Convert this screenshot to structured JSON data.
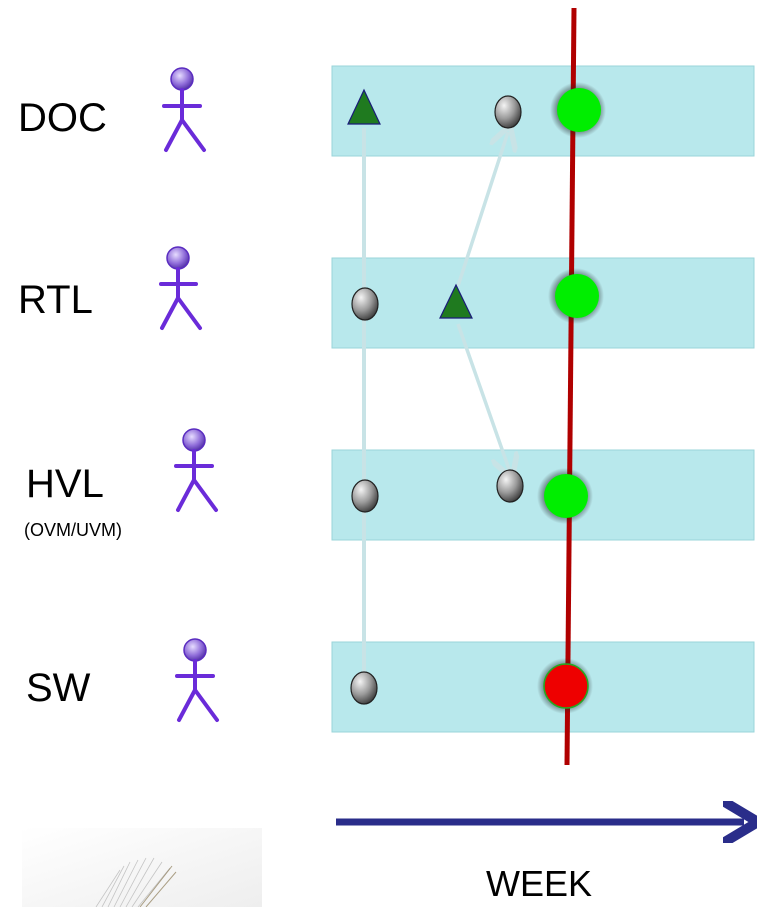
{
  "teams": [
    {
      "id": "doc",
      "label": "DOC",
      "sublabel": ""
    },
    {
      "id": "rtl",
      "label": "RTL",
      "sublabel": ""
    },
    {
      "id": "hvl",
      "label": "HVL",
      "sublabel": "(OVM/UVM)"
    },
    {
      "id": "sw",
      "label": "SW",
      "sublabel": ""
    }
  ],
  "axis": {
    "label": "WEEK"
  },
  "colors": {
    "lane_fill": "#b8e8ec",
    "lane_border": "#9ad4da",
    "week_line": "#b00000",
    "axis_arrow": "#2a2d8a",
    "figure": "#6a2bd9",
    "triangle": "#1f7a1f",
    "done_dot": "#00ee00",
    "blocked_dot": "#ee0000",
    "pending_dot": "#777777",
    "dependency_arrow": "#c8e3e6"
  },
  "markers": [
    {
      "lane": "doc",
      "kind": "triangle",
      "step": 1
    },
    {
      "lane": "doc",
      "kind": "pending",
      "step": 4
    },
    {
      "lane": "doc",
      "kind": "status-ok",
      "step": 6
    },
    {
      "lane": "rtl",
      "kind": "pending",
      "step": 1
    },
    {
      "lane": "rtl",
      "kind": "triangle",
      "step": 3
    },
    {
      "lane": "rtl",
      "kind": "status-ok",
      "step": 6
    },
    {
      "lane": "hvl",
      "kind": "pending",
      "step": 1
    },
    {
      "lane": "hvl",
      "kind": "pending",
      "step": 4
    },
    {
      "lane": "hvl",
      "kind": "status-ok",
      "step": 6
    },
    {
      "lane": "sw",
      "kind": "pending",
      "step": 1
    },
    {
      "lane": "sw",
      "kind": "status-blocked",
      "step": 6
    }
  ]
}
